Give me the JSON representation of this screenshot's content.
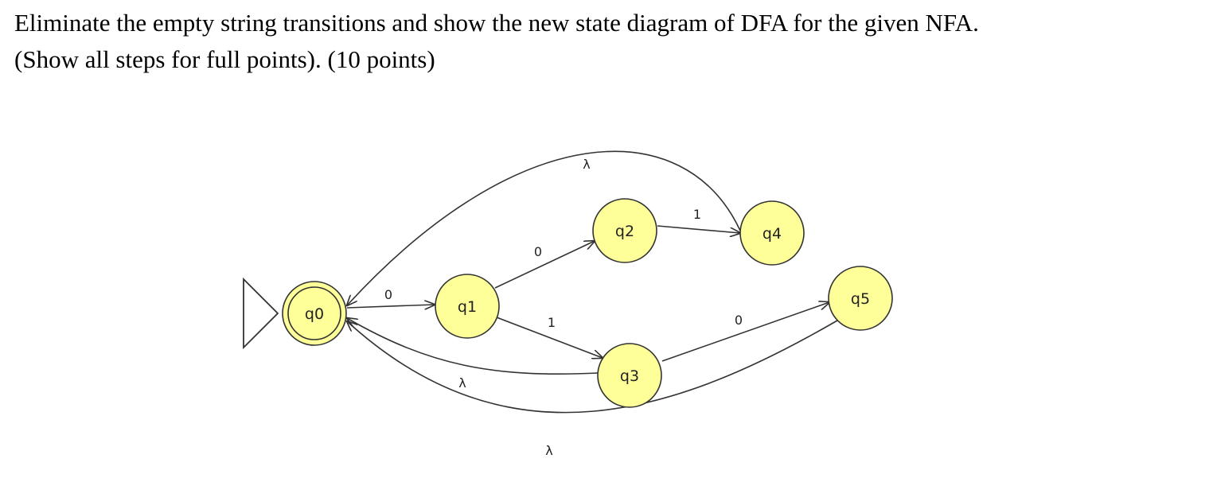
{
  "question": {
    "line1": "Eliminate the empty string transitions and show the new state diagram of DFA for the given NFA.",
    "line2": "(Show all steps for full points). (10 points)"
  },
  "colors": {
    "state_fill": "#ffff99",
    "state_stroke": "#333333",
    "edge": "#333333"
  },
  "automaton": {
    "start_state": "q0",
    "final_states": [
      "q0"
    ],
    "states": [
      {
        "id": "q0",
        "label": "q0"
      },
      {
        "id": "q1",
        "label": "q1"
      },
      {
        "id": "q2",
        "label": "q2"
      },
      {
        "id": "q3",
        "label": "q3"
      },
      {
        "id": "q4",
        "label": "q4"
      },
      {
        "id": "q5",
        "label": "q5"
      }
    ],
    "transitions": [
      {
        "id": "t-q0-q1",
        "from": "q0",
        "to": "q1",
        "symbol": "0"
      },
      {
        "id": "t-q1-q2",
        "from": "q1",
        "to": "q2",
        "symbol": "0"
      },
      {
        "id": "t-q1-q3",
        "from": "q1",
        "to": "q3",
        "symbol": "1"
      },
      {
        "id": "t-q2-q4",
        "from": "q2",
        "to": "q4",
        "symbol": "1"
      },
      {
        "id": "t-q3-q5",
        "from": "q3",
        "to": "q5",
        "symbol": "0"
      },
      {
        "id": "t-q4-q0",
        "from": "q4",
        "to": "q0",
        "symbol": "λ"
      },
      {
        "id": "t-q3-q0",
        "from": "q3",
        "to": "q0",
        "symbol": "λ"
      },
      {
        "id": "t-q5-q0",
        "from": "q5",
        "to": "q0",
        "symbol": "λ"
      }
    ]
  }
}
